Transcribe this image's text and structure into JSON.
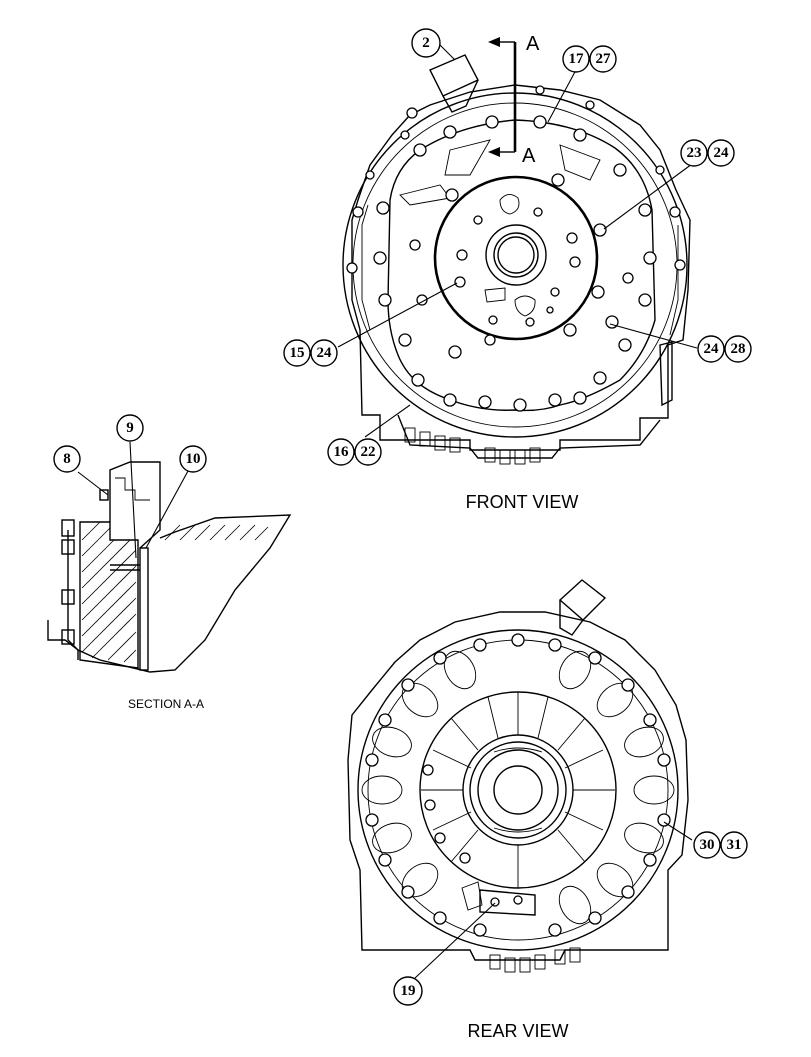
{
  "front_view": {
    "title": "FRONT VIEW",
    "section_marker": {
      "letter_top": "A",
      "letter_bottom": "A"
    },
    "callouts": [
      {
        "id": "c-2",
        "labels": [
          "2"
        ]
      },
      {
        "id": "c-17",
        "labels": [
          "17",
          "27"
        ]
      },
      {
        "id": "c-23",
        "labels": [
          "23",
          "24"
        ]
      },
      {
        "id": "c-15",
        "labels": [
          "15",
          "24"
        ]
      },
      {
        "id": "c-24",
        "labels": [
          "24",
          "28"
        ]
      },
      {
        "id": "c-16",
        "labels": [
          "16",
          "22"
        ]
      }
    ]
  },
  "section_view": {
    "title": "SECTION A-A",
    "callouts": [
      {
        "id": "c-8",
        "labels": [
          "8"
        ]
      },
      {
        "id": "c-9",
        "labels": [
          "9"
        ]
      },
      {
        "id": "c-10",
        "labels": [
          "10"
        ]
      }
    ]
  },
  "rear_view": {
    "title": "REAR VIEW",
    "callouts": [
      {
        "id": "c-30",
        "labels": [
          "30",
          "31"
        ]
      },
      {
        "id": "c-19",
        "labels": [
          "19"
        ]
      }
    ]
  }
}
